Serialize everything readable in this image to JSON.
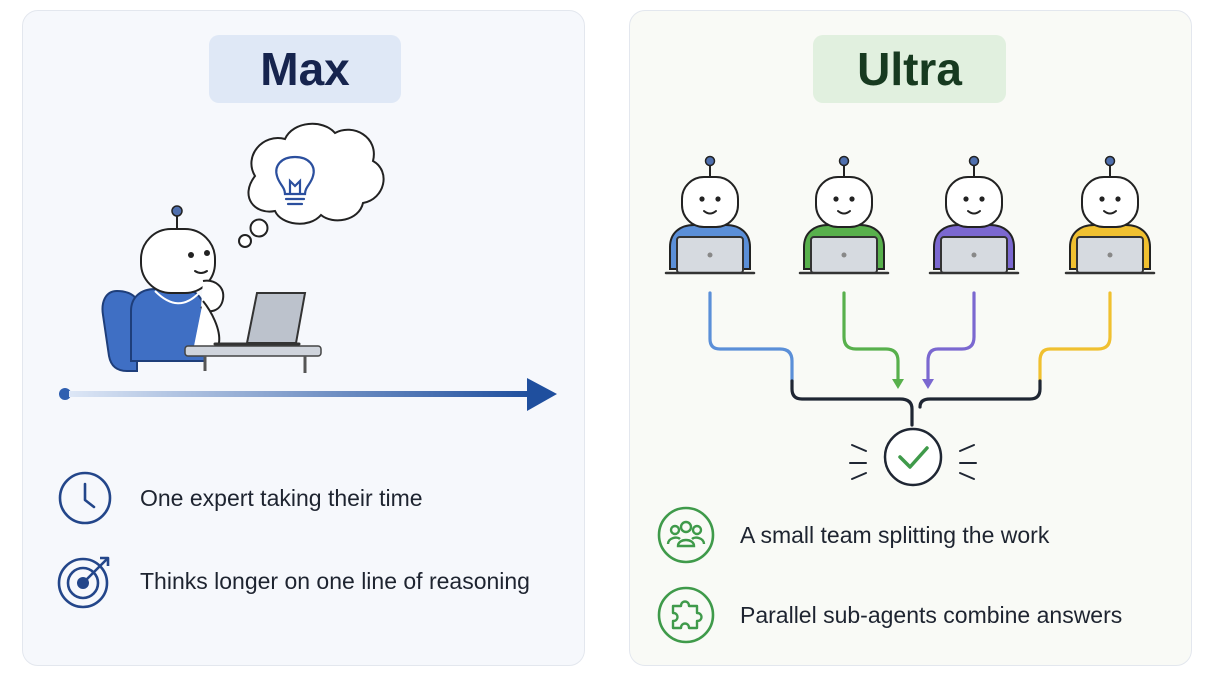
{
  "left_panel": {
    "title": "Max",
    "accent": "#1f4f9e",
    "features": [
      {
        "icon": "clock-icon",
        "text": "One expert taking their time"
      },
      {
        "icon": "target-icon",
        "text": "Thinks longer on one line of reasoning"
      }
    ]
  },
  "right_panel": {
    "title": "Ultra",
    "accent": "#3f9a4a",
    "agent_colors": [
      "#5b8fd8",
      "#58b04c",
      "#7b68d0",
      "#f0c030"
    ],
    "features": [
      {
        "icon": "team-icon",
        "text": "A small team splitting the work"
      },
      {
        "icon": "puzzle-icon",
        "text": "Parallel sub-agents combine answers"
      }
    ]
  }
}
